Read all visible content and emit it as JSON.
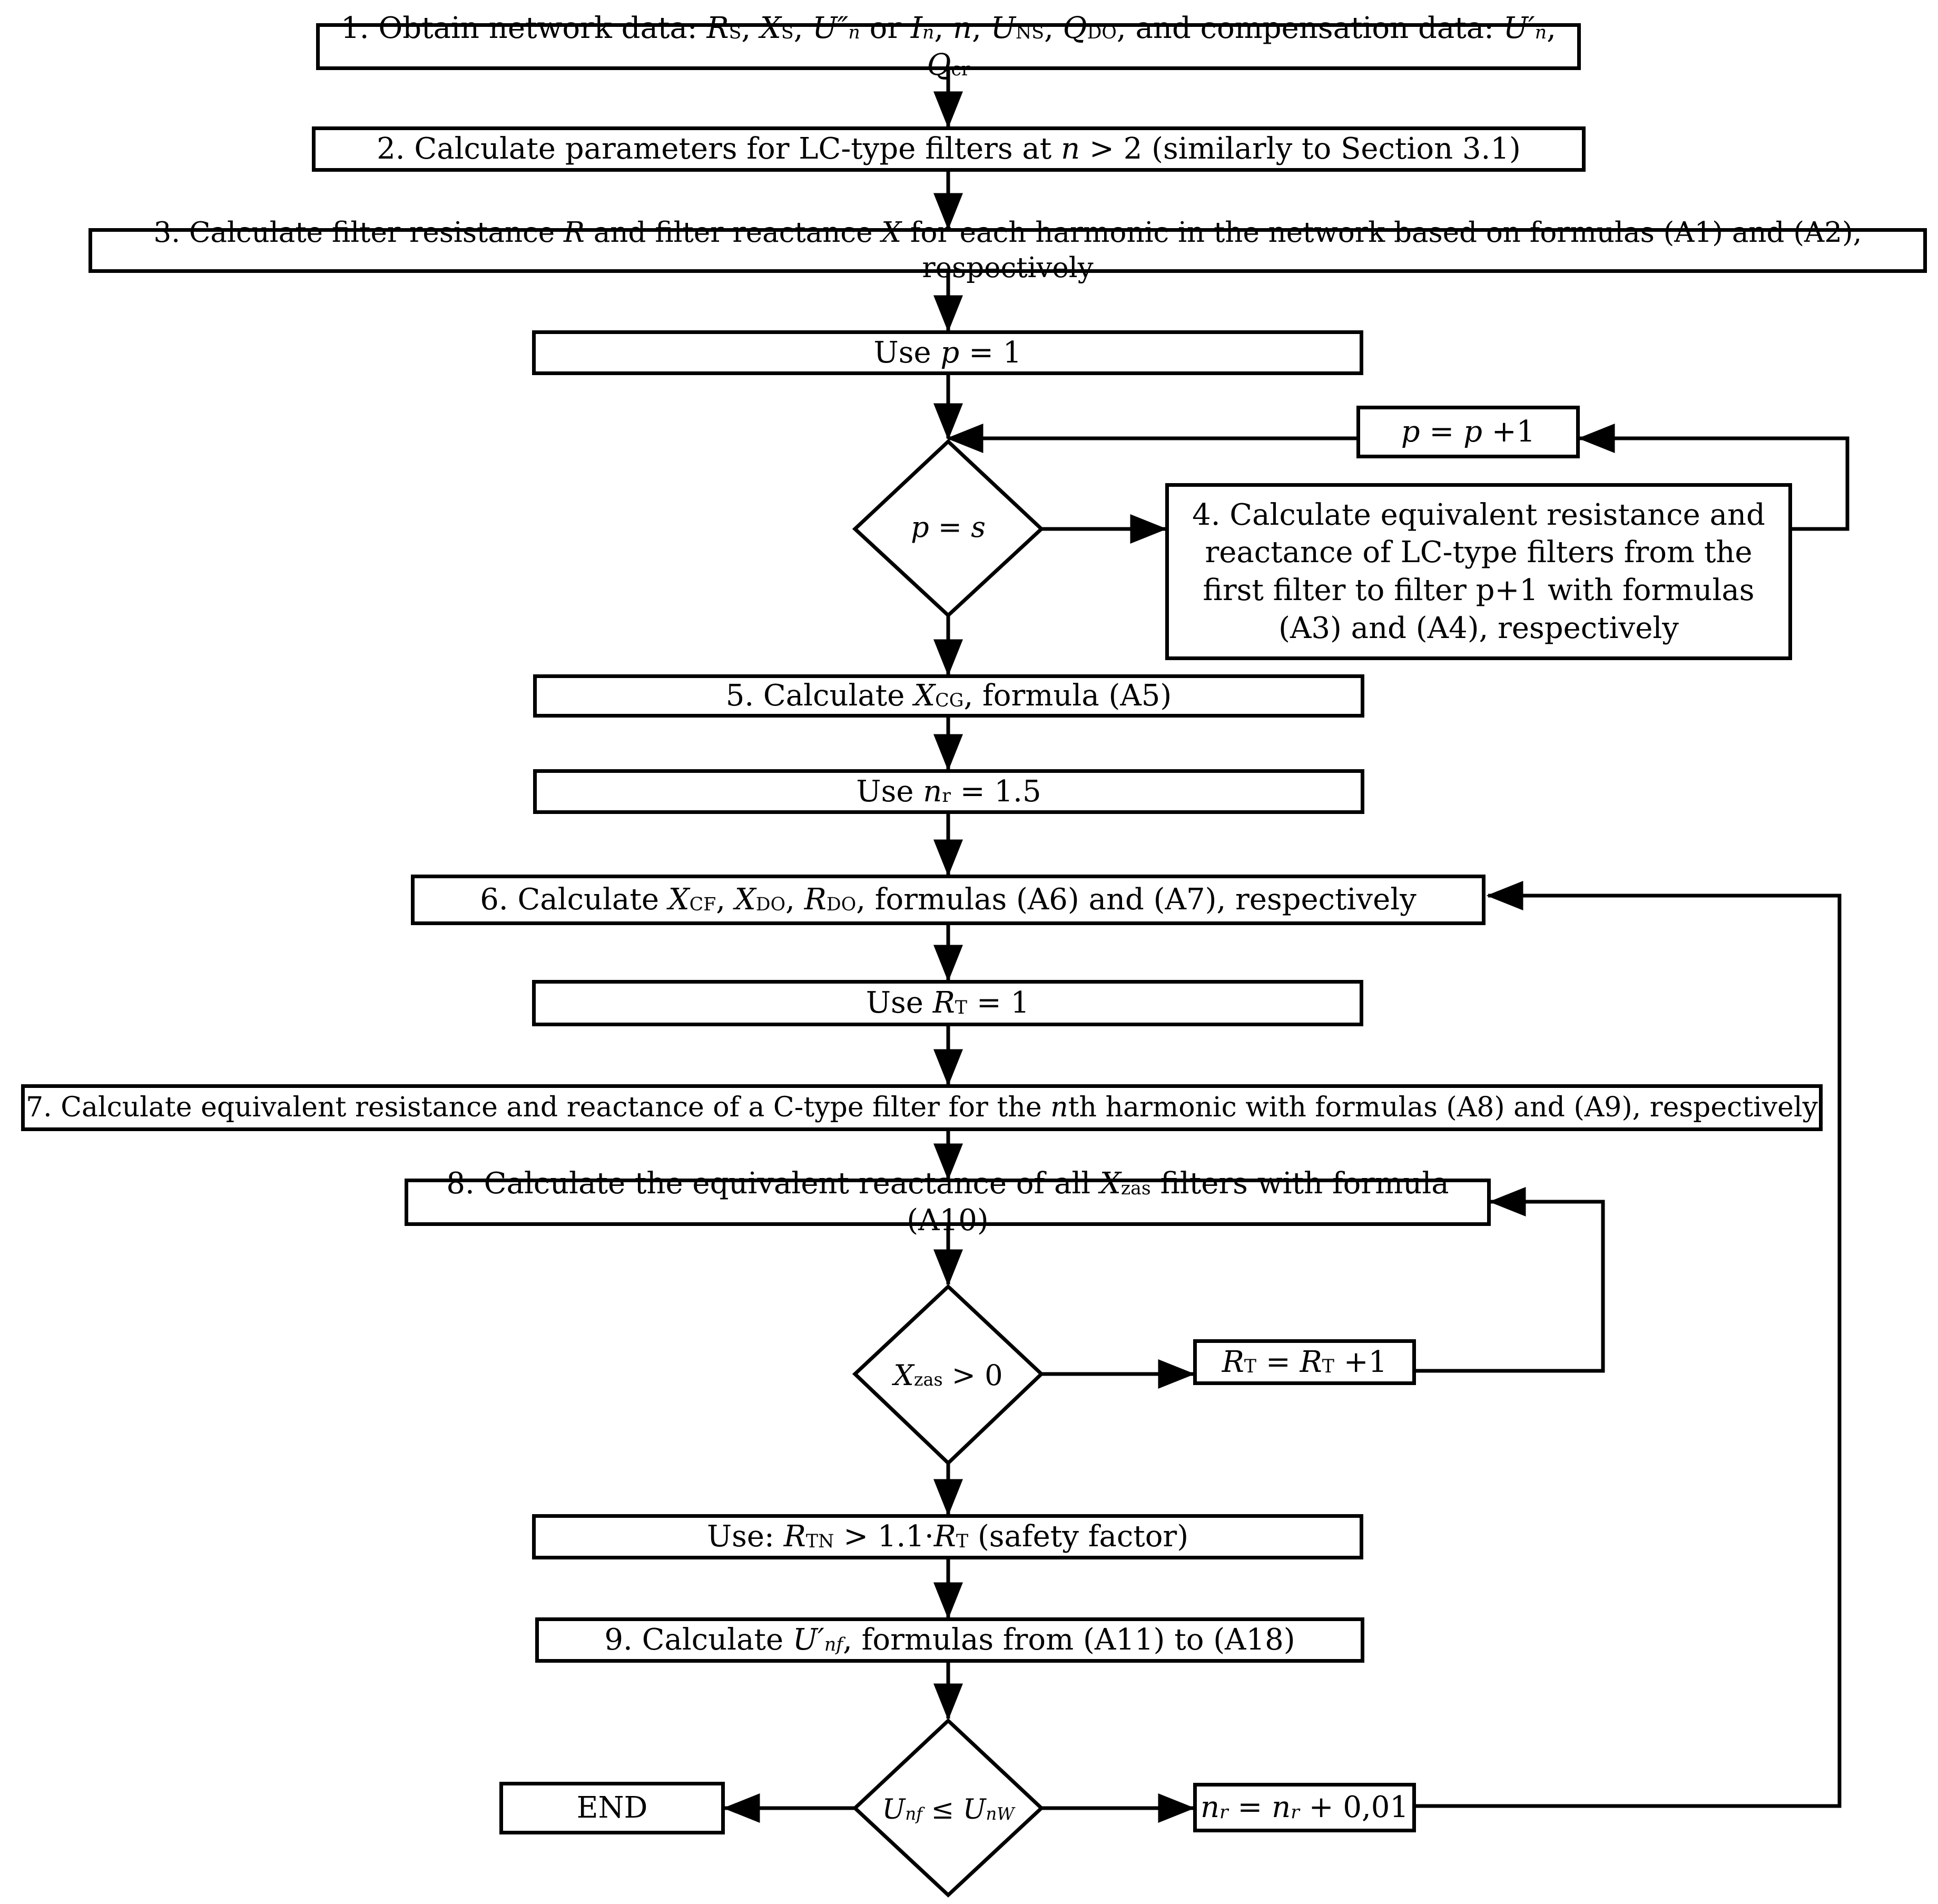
{
  "boxes": {
    "b1": {
      "t1": "1. Obtain network data: ",
      "v1": "R",
      "s1": "S",
      "c1": ", ",
      "v2": "X",
      "s2": "S",
      "c2": ", ",
      "v3": "U″",
      "s3": "n",
      "t2": " or ",
      "v4": "I",
      "s4": "n",
      "c3": ", ",
      "v5": "n",
      "c4": ", ",
      "v6": "U",
      "s6": "NS",
      "c5": ", ",
      "v7": "Q",
      "s7": "DO",
      "t3": ", and compensation data: ",
      "v8": "U′",
      "s8": "n",
      "c6": ", ",
      "v9": "Q",
      "s9": "cr"
    },
    "b2": {
      "t1": "2. Calculate parameters for LC-type filters at ",
      "v1": "n",
      "t2": " > 2 (similarly to Section 3.1)"
    },
    "b3": {
      "t1": "3. Calculate filter resistance ",
      "v1": "R",
      "t2": " and filter reactance ",
      "v2": "X",
      "t3": " for each harmonic in the network based on formulas (A1) and (A2), respectively"
    },
    "b_use_p": {
      "t1": "Use ",
      "v1": "p",
      "t2": " = 1"
    },
    "b_p_inc": {
      "v1": "p",
      "t1": " = ",
      "v2": "p",
      "t2": " +1"
    },
    "d_p": {
      "v1": "p",
      "t1": " = ",
      "v2": "s"
    },
    "b4": {
      "text": "4. Calculate equivalent resistance and reactance of LC-type filters from the first filter to filter p+1 with formulas (A3) and (A4), respectively"
    },
    "b5": {
      "t1": "5. Calculate ",
      "v1": "X",
      "s1": "CG",
      "t2": ", formula (A5)"
    },
    "b_use_nr": {
      "t1": "Use ",
      "v1": "n",
      "s1": "r",
      "t2": " = 1.5"
    },
    "b6": {
      "t1": "6. Calculate ",
      "v1": "X",
      "s1": "CF",
      "c1": ", ",
      "v2": "X",
      "s2": "DO",
      "c2": ", ",
      "v3": "R",
      "s3": "DO",
      "t2": ", formulas (A6) and (A7), respectively"
    },
    "b_use_rt": {
      "t1": "Use ",
      "v1": "R",
      "s1": "T",
      "t2": " = 1"
    },
    "b7": {
      "t1": "7. Calculate equivalent resistance and reactance of a C-type filter for the ",
      "v1": "n",
      "t2": "th harmonic with formulas (A8) and (A9), respectively"
    },
    "b8": {
      "t1": "8. Calculate the equivalent reactance of all ",
      "v1": "X",
      "s1": "zas",
      "t2": " filters with formula (A10)"
    },
    "d_x": {
      "v1": "X",
      "s1": "zas",
      "t1": " > 0"
    },
    "b_rt_inc": {
      "v1": "R",
      "s1": "T",
      "t1": " = ",
      "v2": "R",
      "s2": "T",
      "t2": " +1"
    },
    "b_use_rtn": {
      "t1": "Use: ",
      "v1": "R",
      "s1": "TN",
      "t2": " > 1.1·",
      "v2": "R",
      "s2": "T",
      "t3": " (safety factor)"
    },
    "b9": {
      "t1": "9. Calculate ",
      "v1": "U′",
      "s1": "nf",
      "t2": ", formulas from (A11) to (A18)"
    },
    "d_u": {
      "v1": "U",
      "s1": "nf",
      "t1": " ≤ ",
      "v2": "U",
      "s2": "nW"
    },
    "b_end": {
      "text": "END"
    },
    "b_nr_inc": {
      "v1": "n",
      "s1": "r",
      "t1": " = ",
      "v2": "n",
      "s2": "r",
      "t2": " + 0,01"
    }
  }
}
